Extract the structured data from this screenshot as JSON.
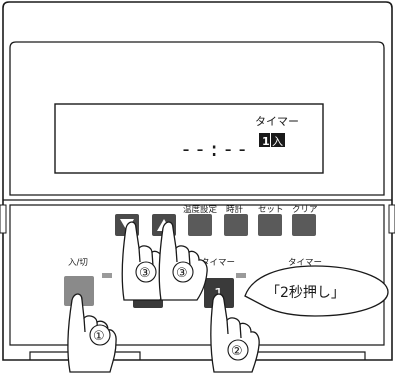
{
  "display": {
    "timer_label": "タイマー",
    "time_readout": "--:--",
    "channel_number": "1",
    "status": "入"
  },
  "top_row_labels": {
    "temp_setting": "温度設定",
    "clock": "時計",
    "set": "セット",
    "clear": "クリア"
  },
  "bottom_row_labels": {
    "power": "入/切",
    "timer_1": "タイマー",
    "timer_2": "タイマー"
  },
  "buttons": {
    "timer_1_number": "1"
  },
  "steps": {
    "step_1": "①",
    "step_2": "②",
    "step_3a": "③",
    "step_3b": "③"
  },
  "callout": {
    "text": "「2秒押し」"
  },
  "colors": {
    "outline": "#1a1a1a",
    "button_gray": "#8a8a8a",
    "button_dark": "#3a3a3a",
    "led": "#9a9a9a"
  }
}
